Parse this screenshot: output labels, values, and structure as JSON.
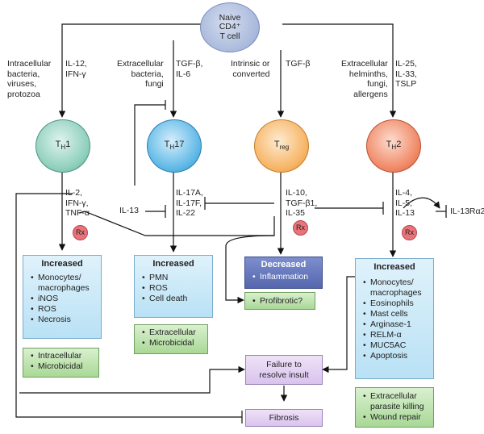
{
  "naive": {
    "line1": "Naive",
    "line2": "CD4⁺",
    "line3": "T cell"
  },
  "branches": {
    "th1": {
      "cause": "Intracellular\nbacteria,\nviruses,\nprotozoa",
      "cytokines": "IL-12,\nIFN-γ"
    },
    "th17": {
      "cause": "Extracellular\nbacteria,\nfungi",
      "cytokines": "TGF-β,\nIL-6"
    },
    "treg": {
      "cause": "Intrinsic or\nconverted",
      "cytokines": "TGF-β"
    },
    "th2": {
      "cause": "Extracellular\nhelminths,\nfungi,\nallergens",
      "cytokines": "IL-25,\nIL-33,\nTSLP"
    }
  },
  "cells": {
    "th1": {
      "main": "T",
      "sub": "H",
      "suffix": "1",
      "color": "#8fd0bd"
    },
    "th17": {
      "main": "T",
      "sub": "H",
      "suffix": "17",
      "color": "#5fb9e6"
    },
    "treg": {
      "main": "T",
      "sub": "reg",
      "suffix": "",
      "color": "#f7b567"
    },
    "th2": {
      "main": "T",
      "sub": "H",
      "suffix": "2",
      "color": "#f08966"
    }
  },
  "outputs": {
    "th1": "IL-2,\nIFN-γ,\nTNF-α",
    "th17_il13": "IL-13",
    "th17": "IL-17A,\nIL-17F,\nIL-22",
    "treg": "IL-10,\nTGF-β1,\nIL-35",
    "th2": "IL-4,\nIL-5,\nIL-13",
    "il13ra2": "IL-13Rα2"
  },
  "rx_label": "Rx",
  "boxes": {
    "th1_increased": {
      "title": "Increased",
      "items": [
        "Monocytes/\nmacrophages",
        "iNOS",
        "ROS",
        "Necrosis"
      ]
    },
    "th17_increased": {
      "title": "Increased",
      "items": [
        "PMN",
        "ROS",
        "Cell death"
      ]
    },
    "treg_decreased": {
      "title": "Decreased",
      "items": [
        "Inflammation"
      ]
    },
    "th2_increased": {
      "title": "Increased",
      "items": [
        "Monocytes/\nmacrophages",
        "Eosinophils",
        "Mast cells",
        "Arginase-1",
        "RELM-α",
        "MUC5AC",
        "Apoptosis"
      ]
    },
    "th1_effect": [
      "Intracellular",
      "Microbicidal"
    ],
    "th17_effect": [
      "Extracellular",
      "Microbicidal"
    ],
    "treg_effect": [
      "Profibrotic?"
    ],
    "th2_effect": [
      "Extracellular\nparasite killing",
      "Wound repair"
    ],
    "failure": "Failure to\nresolve insult",
    "fibrosis": "Fibrosis"
  },
  "colors": {
    "arrow": "#111111",
    "th1": "#8fd0bd",
    "th17": "#5fb9e6",
    "treg": "#f7b567",
    "th2": "#f08966",
    "naive": "#a9b9db"
  }
}
